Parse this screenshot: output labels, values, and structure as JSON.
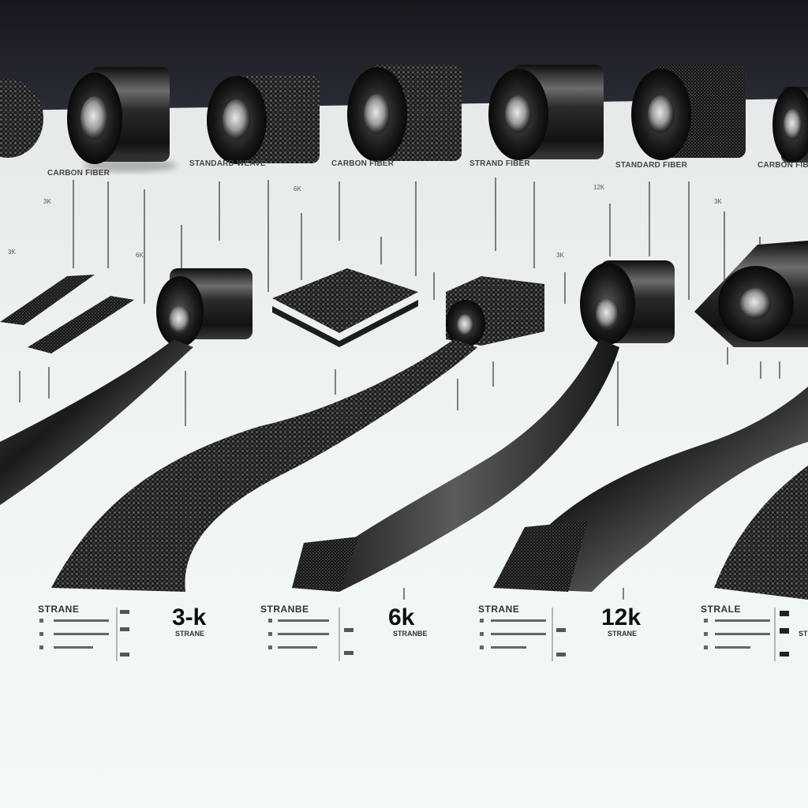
{
  "colors": {
    "background_top": "#1d1f27",
    "background_floor": "#e9eded",
    "background_bottom": "#f2f7f7",
    "carbon_dark": "#141414",
    "carbon_mid": "#3a3a3a",
    "carbon_highlight": "#a9a9a9"
  },
  "sections": [
    {
      "title": "STRANE",
      "value": "3-k",
      "caption": "STRANE"
    },
    {
      "title": "STRANBE",
      "value": "6k",
      "caption": "STRANBE"
    },
    {
      "title": "STRANE",
      "value": "12k",
      "caption": "STRANE"
    },
    {
      "title": "STRALE",
      "value": "",
      "caption": "STRALE"
    }
  ],
  "top_labels": [
    "CARBON FIBER",
    "STANDARD WEAVE",
    "CARBON FIBER",
    "STRAND FIBER",
    "STANDARD FIBER",
    "CARBON FIBER"
  ],
  "mid_labels": [
    "3K",
    "3K",
    "6K",
    "6K",
    "12K",
    "3K",
    "3K"
  ],
  "product_types": [
    "roll",
    "sheet",
    "tape"
  ]
}
